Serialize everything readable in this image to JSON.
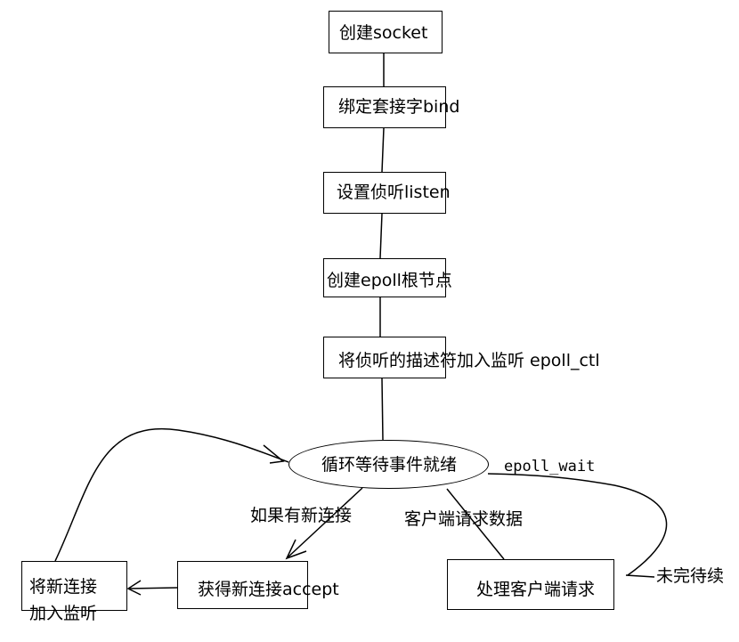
{
  "steps": {
    "create_socket": "创建socket",
    "bind": "绑定套接字bind",
    "listen": "设置侦听listen",
    "create_epoll": "创建epoll根节点",
    "add_listen_fd": "将侦听的描述符加入监听 epoll_ctl"
  },
  "loop": {
    "wait": "循环等待事件就绪",
    "wait_call": "epoll_wait"
  },
  "branches": {
    "new_connection": "如果有新连接",
    "client_data": "客户端请求数据"
  },
  "actions": {
    "accept": "获得新连接accept",
    "add_new_conn_line1": "将新连接",
    "add_new_conn_line2": "加入监听",
    "handle_request": "处理客户端请求",
    "unfinished": "未完待续"
  }
}
